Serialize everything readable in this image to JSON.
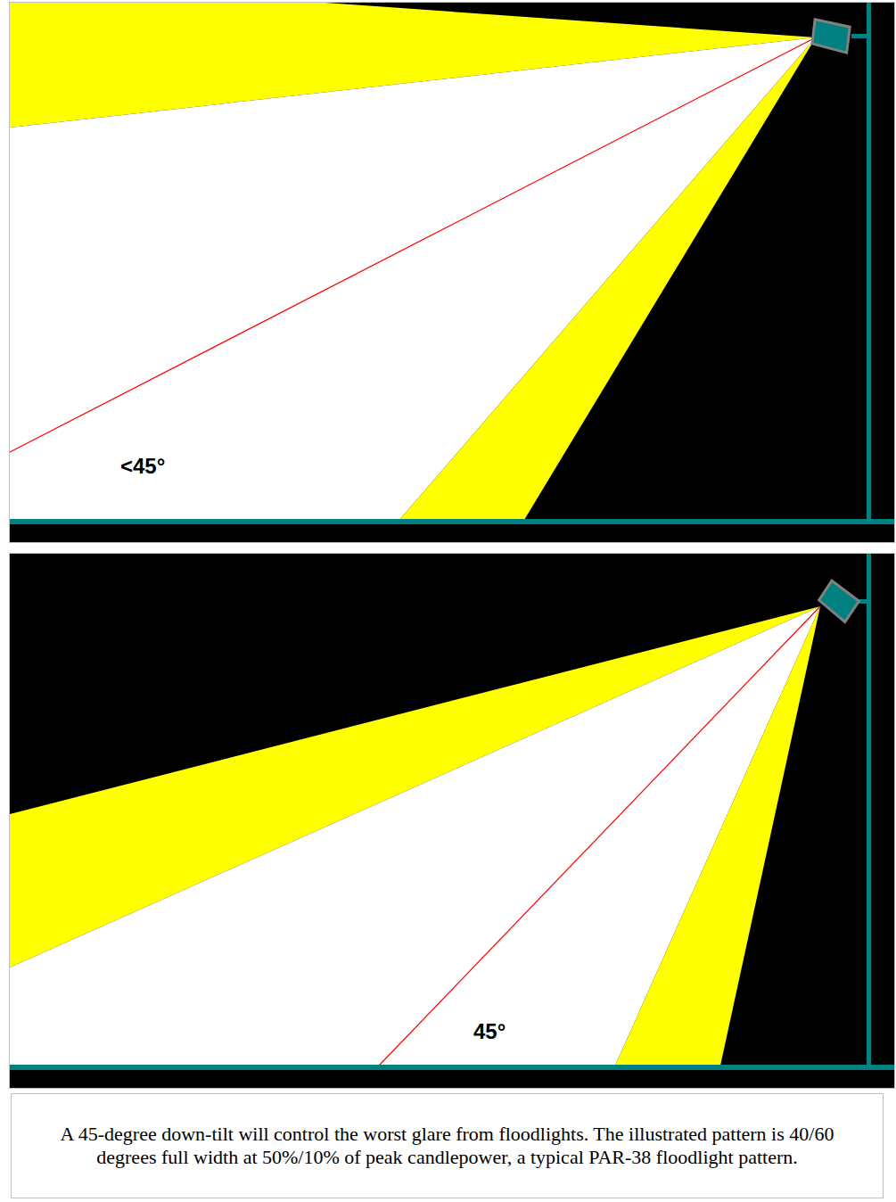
{
  "diagram": {
    "caption": "A 45-degree down-tilt will control the worst glare from floodlights. The illustrated pattern is 40/60 degrees full width at 50%/10% of peak candlepower, a typical PAR-38 floodlight pattern.",
    "labels": [
      "<45°",
      "45°"
    ]
  }
}
